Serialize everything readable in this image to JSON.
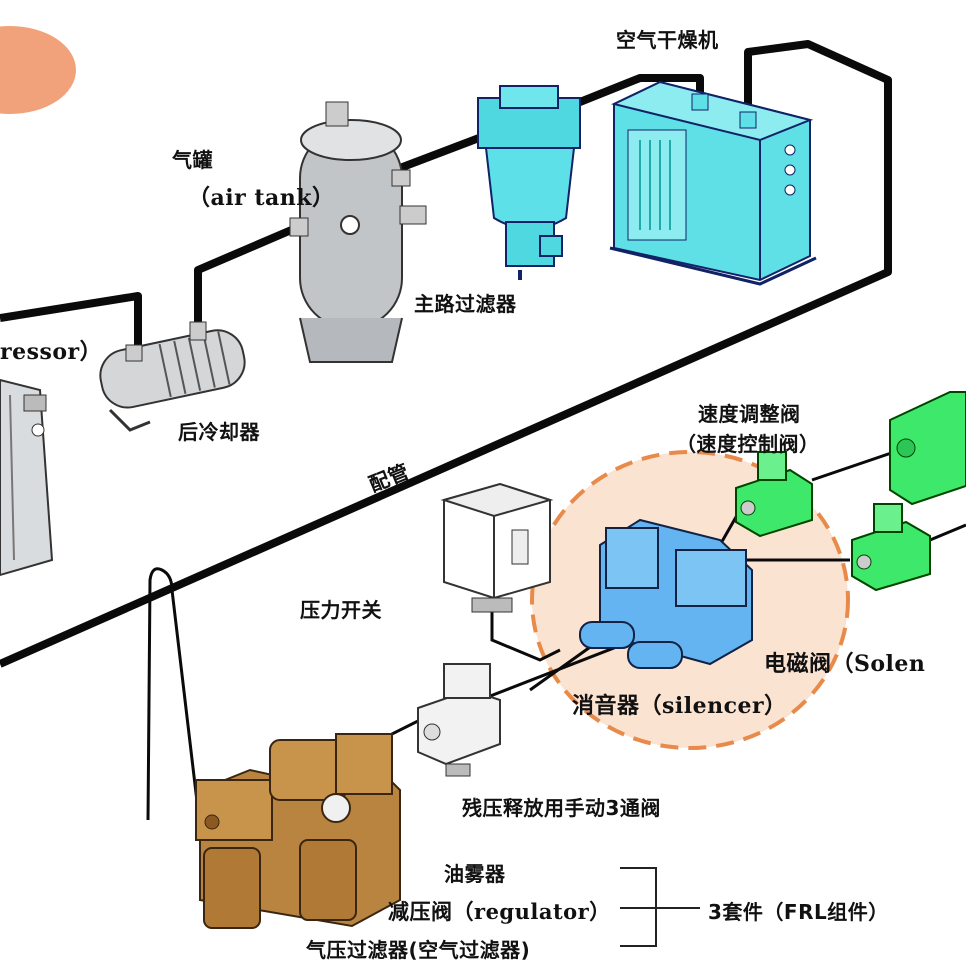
{
  "labels": {
    "air_dryer": "空气干燥机",
    "air_tank_cn": "气罐",
    "air_tank_en": "（air tank）",
    "compressor_en": "ressor）",
    "main_filter": "主路过滤器",
    "aftercooler": "后冷却器",
    "piping": "配管",
    "speed_valve": "速度调整阀",
    "speed_valve_alt": "（速度控制阀）",
    "pressure_switch": "压力开关",
    "solenoid": "电磁阀（Solen",
    "silencer": "消音器（silencer）",
    "manual_valve": "残压释放用手动3通阀",
    "lubricator": "油雾器",
    "regulator": "减压阀（regulator）",
    "air_filter": "气压过滤器(空气过滤器)",
    "frl": "3套件（FRL组件）"
  },
  "colors": {
    "pipe": "#0a0a0a",
    "dryer": "#5fe0e6",
    "filter": "#4fd8e0",
    "tank": "#b9bcc0",
    "valve_blue": "#63b4f0",
    "valve_green": "#3de86a",
    "frl": "#b88440",
    "silencer_zone": "#f3c7a6",
    "compressor_blob": "#f2a27a"
  }
}
